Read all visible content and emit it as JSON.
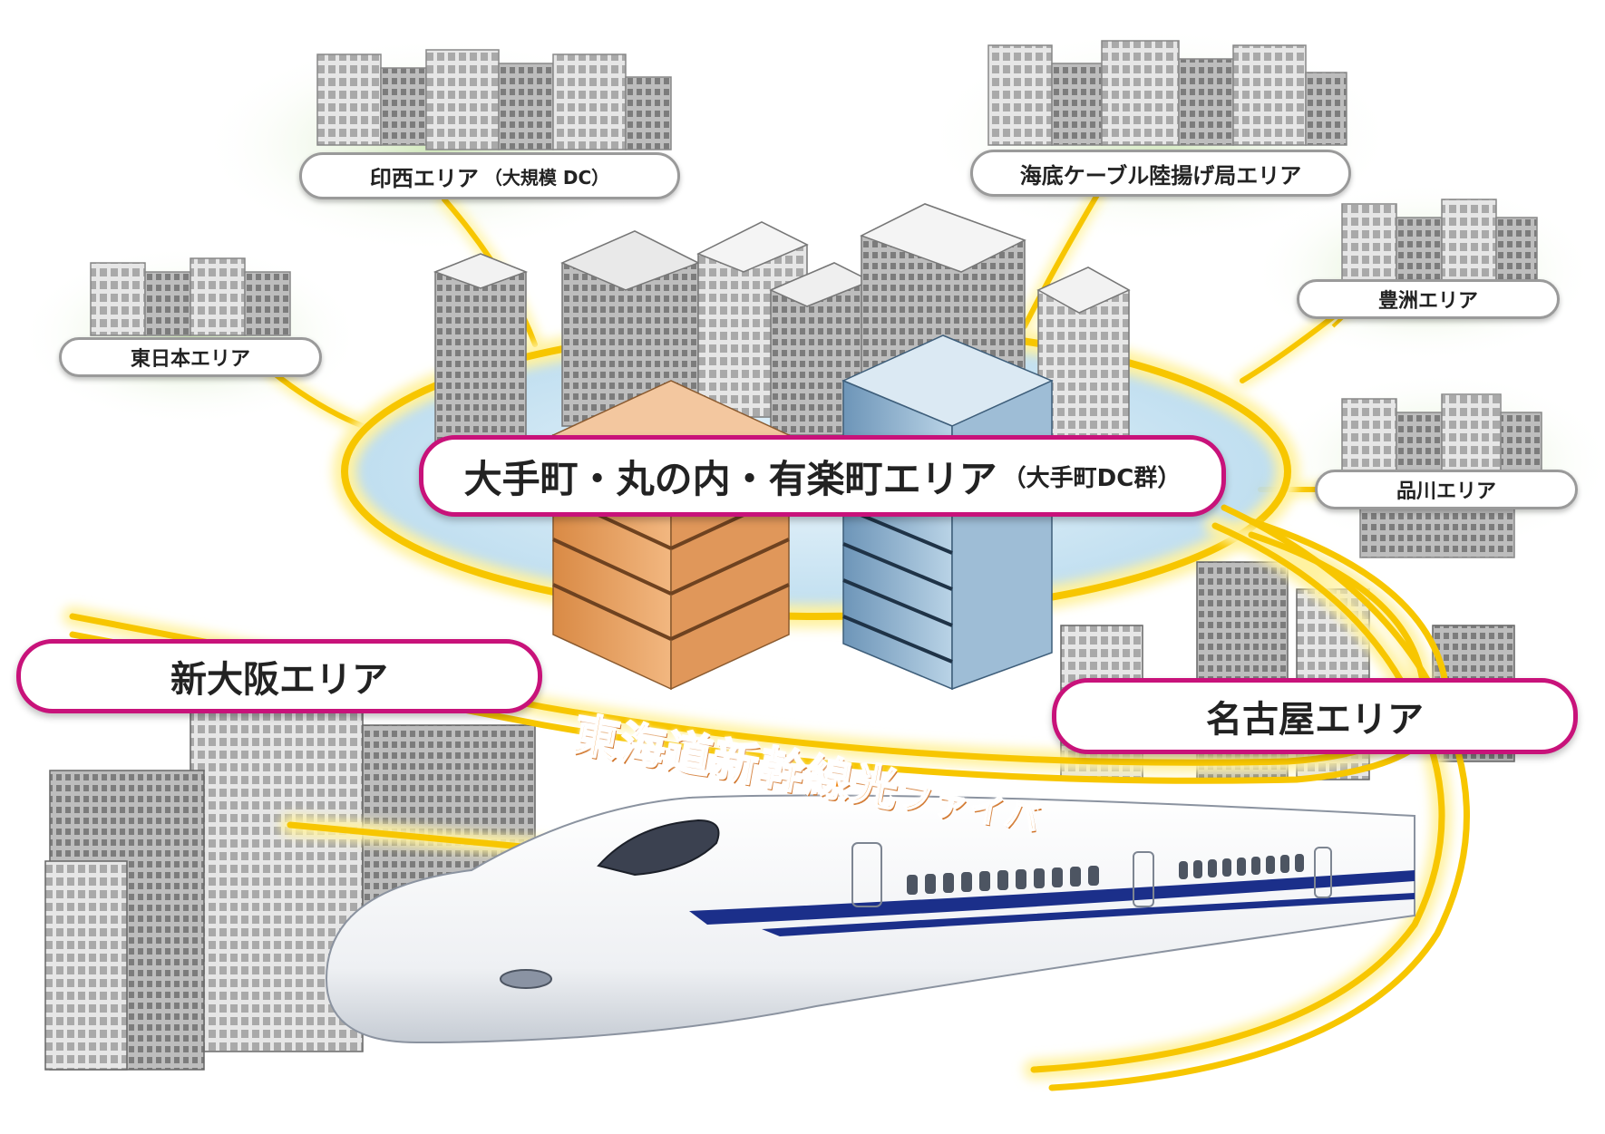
{
  "areas": {
    "inzai": {
      "label": "印西エリア",
      "sub": "（大規模 DC）"
    },
    "cable": {
      "label": "海底ケーブル陸揚げ局エリア"
    },
    "higashi_nihon": {
      "label": "東日本エリア"
    },
    "toyosu": {
      "label": "豊洲エリア"
    },
    "shinagawa": {
      "label": "品川エリア"
    },
    "otemachi": {
      "label": "大手町・丸の内・有楽町エリア",
      "sub": "（大手町DC群）"
    },
    "shin_osaka": {
      "label": "新大阪エリア"
    },
    "nagoya": {
      "label": "名古屋エリア"
    }
  },
  "banner": {
    "main": "東海道新幹線光",
    "kana": "ファイバ"
  },
  "colors": {
    "fiber": "#f7c600",
    "fiber_glow": "#fff2a0",
    "accent_border": "#c8127a",
    "banner_text": "#f08a1c",
    "ring_fill": "#cfe6f3",
    "train_stripe": "#1b2f8a",
    "building_gray": "#b8b8b8",
    "building_orange": "#e9a66a",
    "building_blue": "#8fb3cf",
    "ground_green": "#d6ecc6"
  }
}
